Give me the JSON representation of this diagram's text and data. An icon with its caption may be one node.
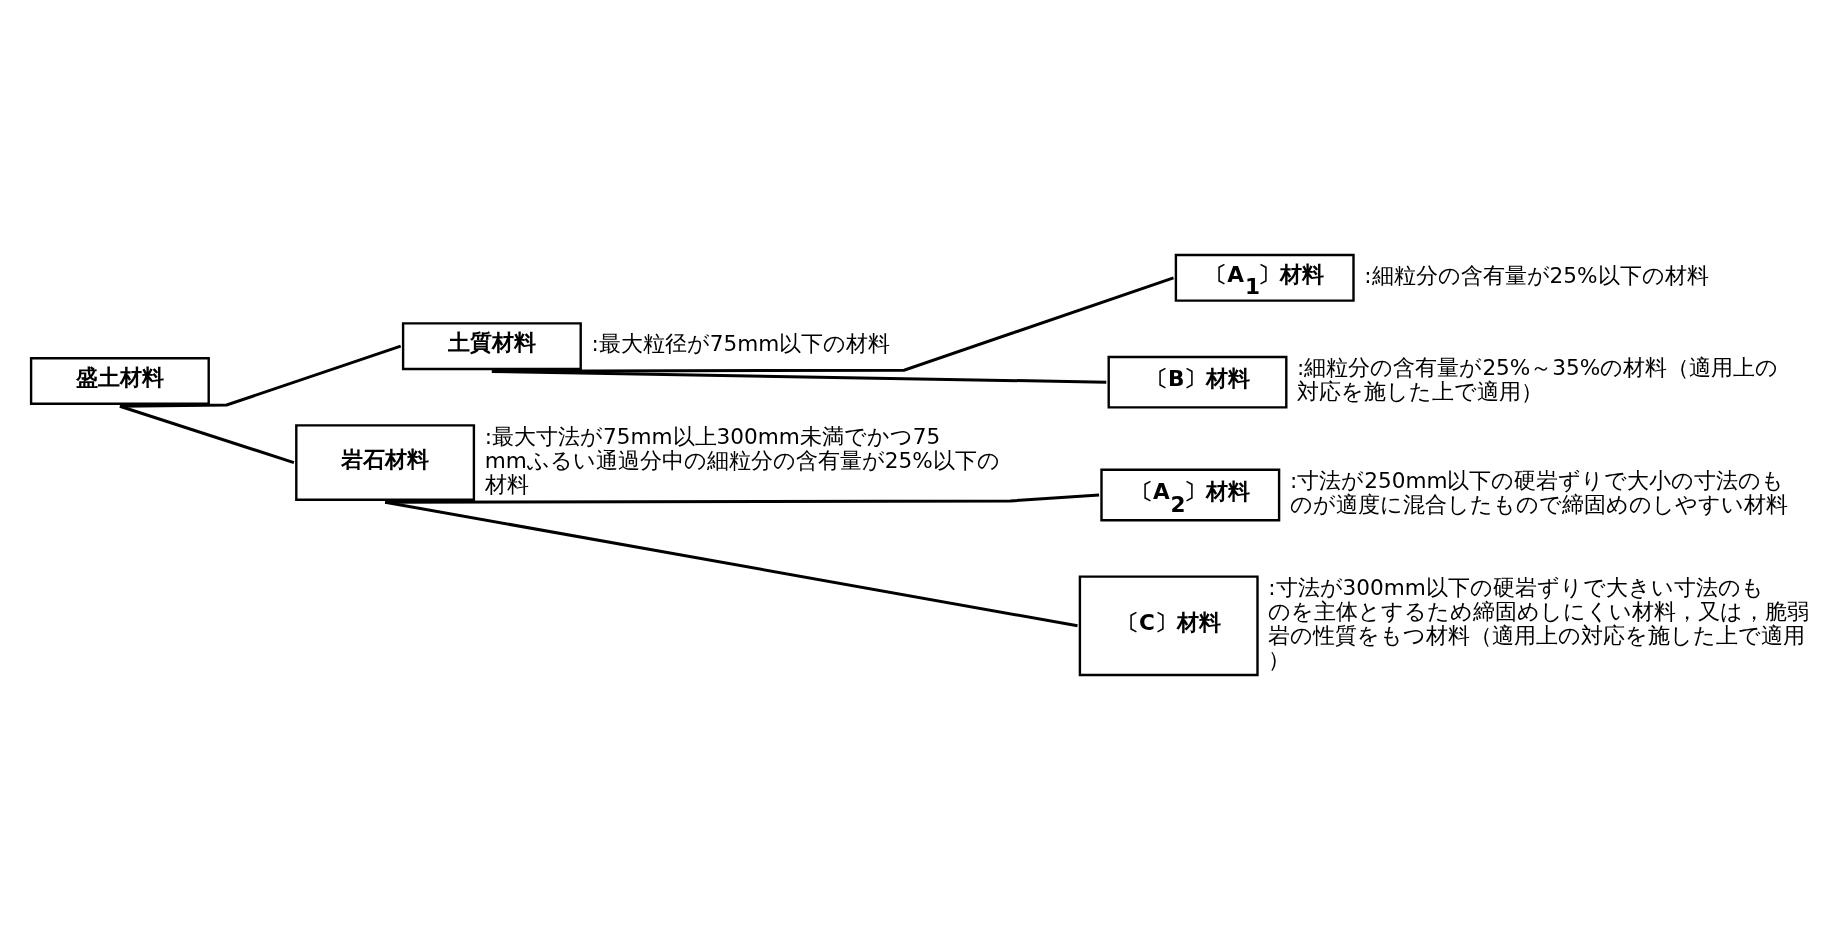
{
  "diagram": {
    "nodes": [
      {
        "text": [
          "盛土材料"
        ]
      },
      {
        "text": [
          "土質材料"
        ],
        "beside": [
          ":最大粒径が75mm以下の材料"
        ]
      },
      {
        "text": [
          "〔A$_{1}$〕材料"
        ],
        "beside": [
          ":細粒分の含有量が25%以下の材料"
        ]
      },
      {
        "text": [
          "〔B〕材料"
        ],
        "beside": [
          ":細粒分の含有量が25%～35%の材料（適用上の対応を施した上で適用）"
        ]
      },
      {
        "text": [
          "岩石材料"
        ],
        "beside": [
          ":最大寸法が75mm以上300mm未満でかつ75mmふるい通過分中の細粒分の含有量が25%以下の材料"
        ]
      },
      {
        "text": [
          "〔A$_{2}$〕材料"
        ],
        "beside": [
          ":寸法が250mm以下の硬岩ずりで大小の寸法のものが適度に混合したもので締固めのしやすい材料"
        ]
      },
      {
        "text": [
          "〔C〕材料"
        ],
        "beside": [
          ":寸法が300mm以下の硬岩ずりで大きい寸法のものを主体とするため締固めしにくい材料，又は，脆弱岩の性質をもつ材料（適用上の対応を施した上で適用）"
        ]
      }
    ],
    "edges": [
      {
        "from": 0,
        "to": 1,
        "arrow": "none"
      },
      {
        "from": 0,
        "to": 4,
        "arrow": "none"
      },
      {
        "from": 1,
        "to": 2,
        "arrow": "none"
      },
      {
        "from": 1,
        "to": 3,
        "arrow": "none"
      },
      {
        "from": 4,
        "to": 5,
        "arrow": "none"
      },
      {
        "from": 4,
        "to": 6,
        "arrow": "none"
      }
    ]
  }
}
